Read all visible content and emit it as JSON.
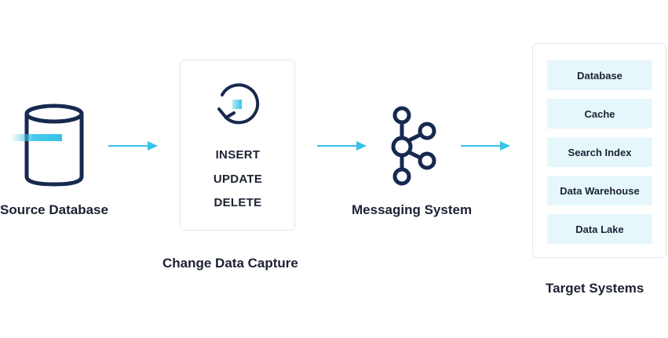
{
  "source": {
    "label": "Source Database",
    "icon": "database-icon"
  },
  "cdc": {
    "label": "Change Data Capture",
    "icon": "refresh-icon",
    "operations": [
      "INSERT",
      "UPDATE",
      "DELETE"
    ]
  },
  "messaging": {
    "label": "Messaging System",
    "icon": "kafka-icon"
  },
  "targets": {
    "label": "Target Systems",
    "items": [
      "Database",
      "Cache",
      "Search Index",
      "Data Warehouse",
      "Data Lake"
    ]
  },
  "colors": {
    "navy": "#16294f",
    "accent": "#35c3e8",
    "target_bg": "#e6f7fc",
    "card_border": "#e3e6ea"
  }
}
